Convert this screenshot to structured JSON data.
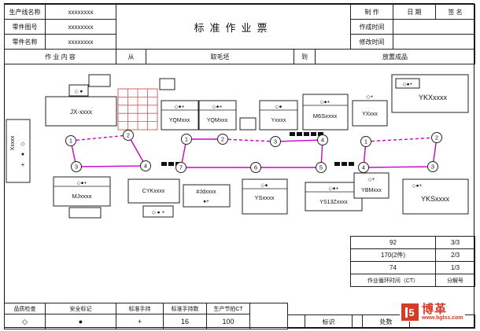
{
  "colors": {
    "flow_arrow": "#cc00cc",
    "rack_grid": "#cc5555",
    "logo_red": "#d53c28",
    "line": "#1a1a1a"
  },
  "header": {
    "title": "标准作业票",
    "production_line_label": "生产线名称",
    "production_line_value": "xxxxxxxx",
    "part_no_label": "零件图号",
    "part_no_value": "xxxxxxxx",
    "part_name_label": "零件名称",
    "part_name_value": "xxxxxxxx",
    "make_label": "制 作",
    "date_label": "日 期",
    "sign_label": "签 名",
    "create_time_label": "作成时间",
    "modify_time_label": "修改时间",
    "job_content_label": "作 业 内 容",
    "from_label": "从",
    "from_value": "取毛坯",
    "to_label": "到",
    "to_value": "放置成品"
  },
  "diagram": {
    "symbols": {
      "quality": "◇",
      "safety": "●",
      "wip": "+"
    },
    "machines": [
      {
        "label": "Xxxxx",
        "symbols": "◇●+"
      },
      {
        "label": "JX-xxxx",
        "symbols": "◇ ●"
      },
      {
        "label": "YQMxxx",
        "symbols": "◇●+"
      },
      {
        "label": "YQMxxx",
        "symbols": "◇●+"
      },
      {
        "label": "Yxxxx",
        "symbols": "◇●"
      },
      {
        "label": "M6Sxxxx",
        "symbols": "◇●+"
      },
      {
        "label": "YXxxx",
        "symbols": "◇+"
      },
      {
        "label": "YKXxxxx",
        "symbols": "◇●+"
      },
      {
        "label": "MJxxxx",
        "symbols": "◇●+"
      },
      {
        "label": "CYKxxxx",
        "symbols": "◇ ● +"
      },
      {
        "label": "#Jdxxxx",
        "symbols": "●+"
      },
      {
        "label": "YSxxxx",
        "symbols": "◇●"
      },
      {
        "label": "YS13Zxxxx",
        "symbols": "◇●+"
      },
      {
        "label": "YBMxxx",
        "symbols": "◇+"
      },
      {
        "label": "YKSxxxx",
        "symbols": "◇●+"
      }
    ],
    "stations": [
      {
        "n": "1"
      },
      {
        "n": "2"
      },
      {
        "n": "3"
      },
      {
        "n": "4"
      },
      {
        "n": "1"
      },
      {
        "n": "2"
      },
      {
        "n": "3"
      },
      {
        "n": "4"
      },
      {
        "n": "5"
      },
      {
        "n": "6"
      },
      {
        "n": "7"
      },
      {
        "n": "1"
      },
      {
        "n": "2"
      },
      {
        "n": "3"
      },
      {
        "n": "4"
      }
    ]
  },
  "info_table": {
    "rows": [
      {
        "value": "92",
        "page": "3/3"
      },
      {
        "value": "170(2件)",
        "page": "2/3"
      },
      {
        "value": "74",
        "page": "1/3"
      },
      {
        "value": "作业循环时间（CT）",
        "page": "分解号"
      }
    ]
  },
  "legend": {
    "headers": [
      "品质检查",
      "安全标记",
      "标准手持",
      "标准手持数",
      "生产节拍CT"
    ],
    "values": [
      "◇",
      "●",
      "+",
      "16",
      "100"
    ]
  },
  "footer": {
    "mark_label": "标识",
    "count_label": "处数"
  },
  "logo": {
    "icon_text": "5",
    "name": "博革",
    "url": "www.bglss.com"
  }
}
